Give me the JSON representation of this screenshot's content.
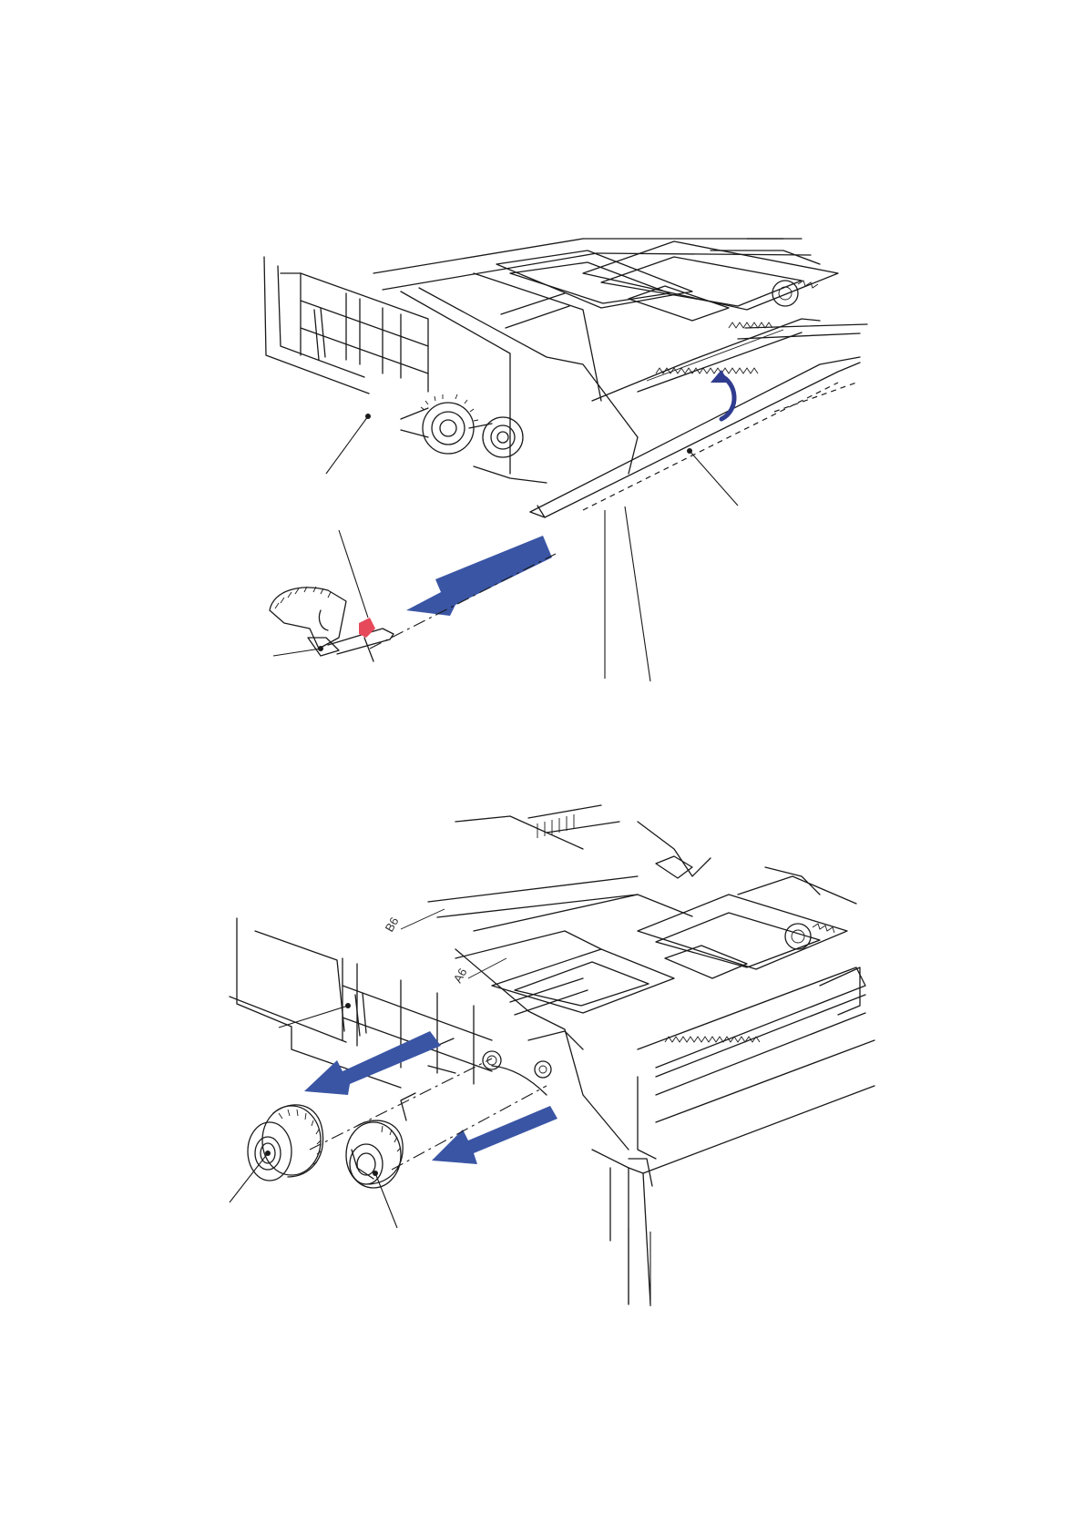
{
  "figures": [
    {
      "id": "top"
    },
    {
      "id": "bottom",
      "tray_marks": [
        "B6",
        "A6"
      ]
    }
  ],
  "colors": {
    "arrow": "#3a55a4",
    "rotate_arrow": "#2f3c8f",
    "highlight": "#e5495a",
    "line": "#1a1a1a",
    "background": "#ffffff"
  },
  "icons": {
    "removal_arrow": "arrow-icon",
    "rotation_arrow": "curved-arrow-icon"
  }
}
